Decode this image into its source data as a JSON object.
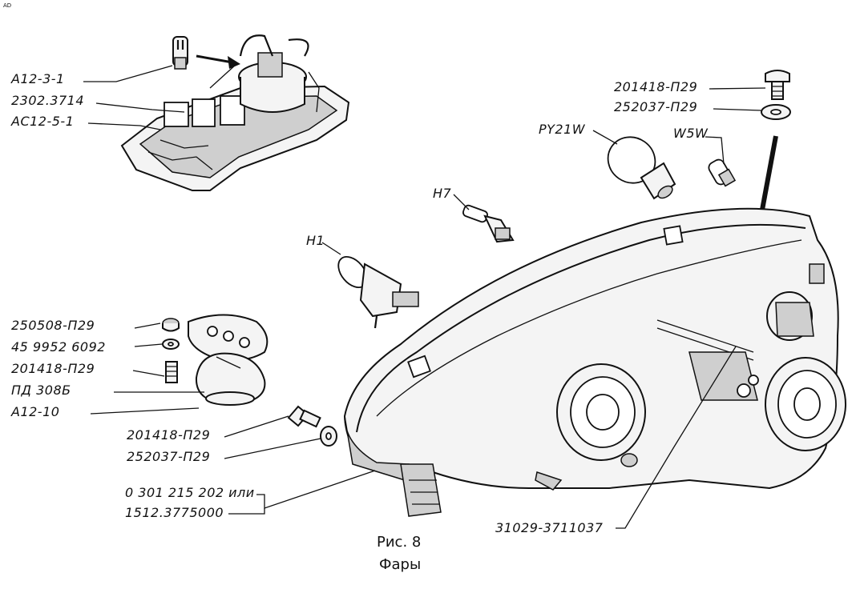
{
  "corner_mark": "AD",
  "labels": {
    "a12_3_1": "А12-3-1",
    "holder_2302": "2302.3714",
    "ac12_5_1": "АС12-5-1",
    "bolt_top": "201418-П29",
    "washer_top": "252037-П29",
    "py21w": "PY21W",
    "w5w": "W5W",
    "h7": "H7",
    "h1": "H1",
    "nut_250508": "250508-П29",
    "washer_45": "45 9952 6092",
    "bolt_left": "201418-П29",
    "pd308b": "ПД 308Б",
    "a12_10": "А12-10",
    "bolt_mid": "201418-П29",
    "washer_mid": "252037-П29",
    "headlamp_1": "0 301 215 202 или",
    "headlamp_2": "1512.3775000",
    "corrector": "31029-3711037"
  },
  "caption": {
    "figure": "Рис. 8",
    "title": "Фары"
  },
  "colors": {
    "ink": "#111111",
    "paper": "#ffffff",
    "stipple": "#8a8a8a"
  }
}
